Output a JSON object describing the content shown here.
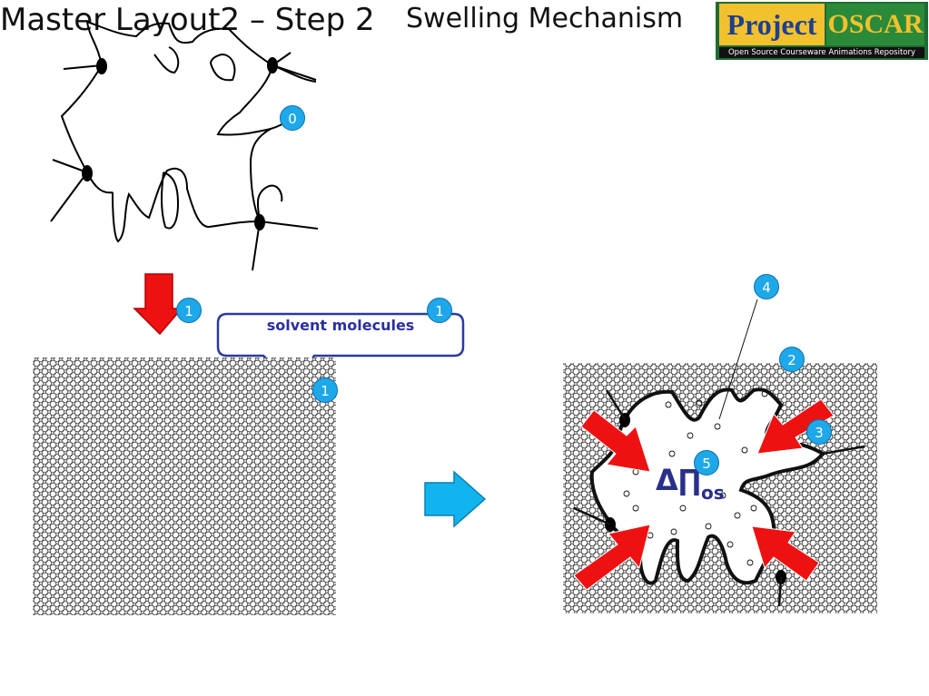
{
  "header": {
    "title_left": "Master Layout2 – Step 2",
    "title_right": "Swelling Mechanism"
  },
  "logo": {
    "word1": "Project",
    "word2": "OSCAR",
    "tagline": "Open Source Courseware Animations Repository"
  },
  "callout": {
    "text": "solvent molecules"
  },
  "badges": {
    "polymer": "0",
    "red_arrow": "1",
    "callout": "1",
    "solvent_box": "1",
    "right_box": "2",
    "arrows_right": "3",
    "pointer": "4",
    "center": "5"
  },
  "delta_label": {
    "symbol": "Δ",
    "pi": "∏",
    "sub": "os"
  },
  "colors": {
    "badge": "#1ea8ea",
    "red_arrow": "#ee1111",
    "blue_arrow": "#12b4ef",
    "callout_border": "#2a3a9e",
    "callout_text": "#2a2fa0"
  },
  "icons": [
    "red-down-arrow-icon",
    "blue-right-arrow-icon",
    "pressure-arrow-icon"
  ]
}
